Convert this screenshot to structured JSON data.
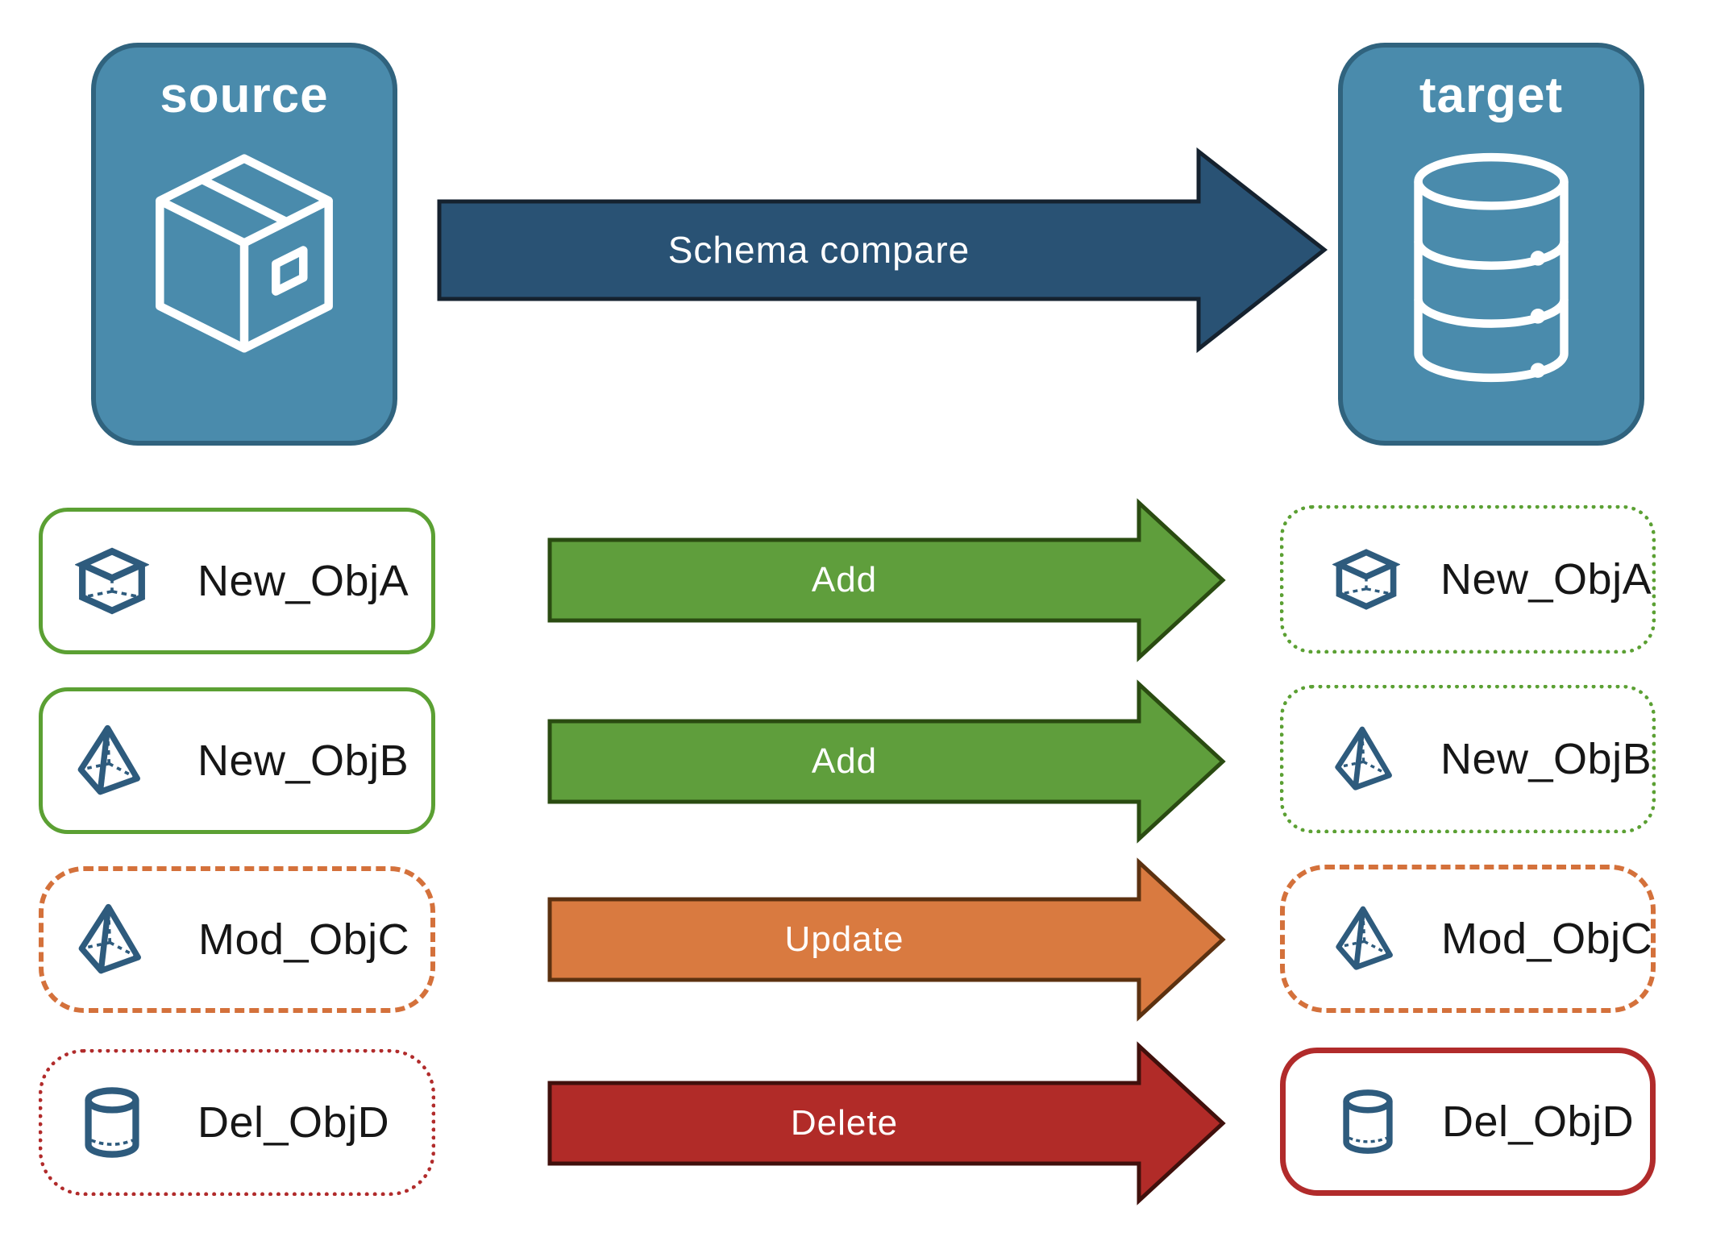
{
  "source_node": {
    "label": "source",
    "icon": "package-box-icon"
  },
  "target_node": {
    "label": "target",
    "icon": "database-icon"
  },
  "compare_arrow": {
    "label": "Schema compare",
    "fill": "#295274",
    "outline": "#15222F"
  },
  "rows": [
    {
      "source_label": "New_ObjA",
      "action_label": "Add",
      "target_label": "New_ObjA",
      "icon": "cube-icon",
      "source_border": "green-solid",
      "target_border": "green-dotted",
      "arrow_fill": "#5F9E3C",
      "arrow_outline": "#2A4B11"
    },
    {
      "source_label": "New_ObjB",
      "action_label": "Add",
      "target_label": "New_ObjB",
      "icon": "pyramid-icon",
      "source_border": "green-solid",
      "target_border": "green-dotted",
      "arrow_fill": "#5F9E3C",
      "arrow_outline": "#2A4B11"
    },
    {
      "source_label": "Mod_ObjC",
      "action_label": "Update",
      "target_label": "Mod_ObjC",
      "icon": "pyramid-icon",
      "source_border": "orange-dashed",
      "target_border": "orange-dashed",
      "arrow_fill": "#D97A40",
      "arrow_outline": "#5C3110"
    },
    {
      "source_label": "Del_ObjD",
      "action_label": "Delete",
      "target_label": "Del_ObjD",
      "icon": "cylinder-icon",
      "source_border": "red-dotted",
      "target_border": "red-solid",
      "arrow_fill": "#B12B28",
      "arrow_outline": "#40100C"
    }
  ],
  "palette": {
    "node_fill": "#4A8BAC",
    "node_border": "#30637E",
    "object_icon_stroke": "#2E5B7D",
    "green": "#5BA033",
    "orange": "#D4713B",
    "red": "#B12B2B",
    "label_color": "#161616",
    "background": "#FFFFFF"
  }
}
